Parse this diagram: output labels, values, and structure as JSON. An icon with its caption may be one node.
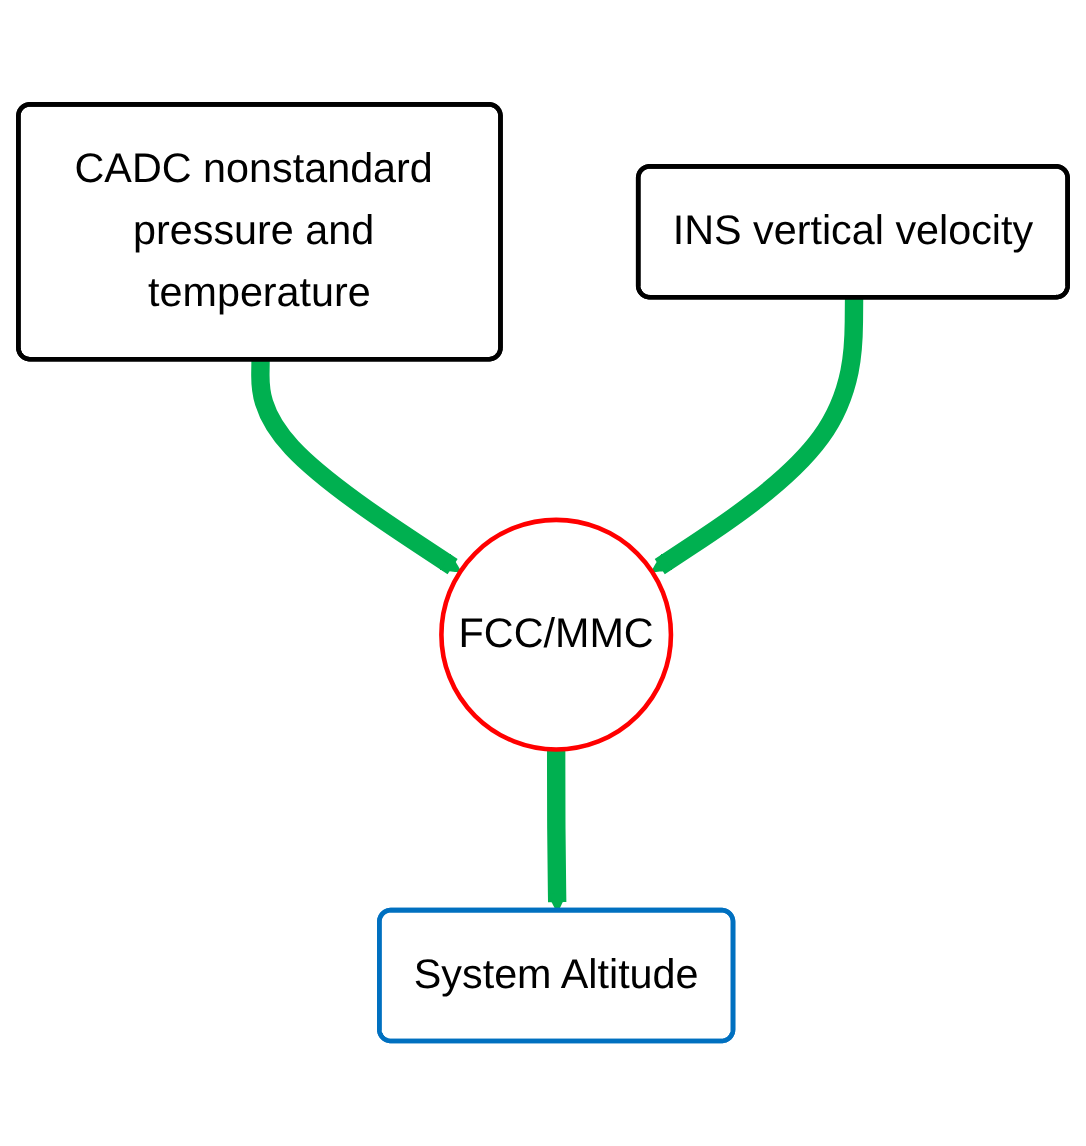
{
  "diagram": {
    "nodes": [
      {
        "text": [
          "CADC nonstandard pressure and temperature"
        ]
      },
      {
        "text": [
          "INS vertical velocity"
        ]
      },
      {
        "text": [
          "FCC/MMC"
        ]
      },
      {
        "text": [
          "System Altitude"
        ]
      }
    ],
    "edges": [
      {
        "from": 0,
        "to": 2,
        "arrow": "to"
      },
      {
        "from": 1,
        "to": 2,
        "arrow": "to"
      },
      {
        "from": 2,
        "to": 3,
        "arrow": "to"
      }
    ]
  }
}
